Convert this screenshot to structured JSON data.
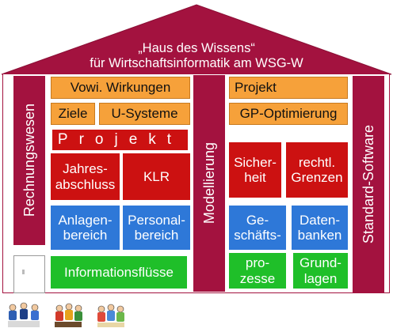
{
  "roof": {
    "title_line1": "„Haus des Wissens“",
    "title_line2": "für Wirtschaftsinformatik am WSG-W"
  },
  "pillars": {
    "left": "Rechnungswesen",
    "middle": "Modellierung",
    "right": "Standard-Software"
  },
  "left_wing": {
    "vowi": "Vowi. Wirkungen",
    "ziele": "Ziele",
    "usysteme": "U-Systeme",
    "projekt": "Projekt",
    "jahres_line1": "Jahres-",
    "jahres_line2": "abschluss",
    "klr": "KLR",
    "anlagen_line1": "Anlagen-",
    "anlagen_line2": "bereich",
    "personal_line1": "Personal-",
    "personal_line2": "bereich",
    "informationsfluesse": "Informationsflüsse"
  },
  "right_wing": {
    "projekt": "Projekt",
    "gp_optimierung": "GP-Optimierung",
    "sicherheit_line1": "Sicher-",
    "sicherheit_line2": "heit",
    "grenzen_line1": "rechtl.",
    "grenzen_line2": "Grenzen",
    "geschaefts_line1": "Ge-",
    "geschaefts_line2": "schäfts-",
    "prozesse_line1": "pro-",
    "prozesse_line2": "zesse",
    "daten_line1": "Daten-",
    "daten_line2": "banken",
    "grund_line1": "Grund-",
    "grund_line2": "lagen"
  },
  "colors": {
    "roof": "#a3123f",
    "orange": "#f6a13a",
    "red": "#cc1111",
    "blue": "#2e78d8",
    "green": "#1fbf29"
  },
  "icons": [
    "people-group-icon",
    "people-group-icon",
    "people-group-icon"
  ]
}
